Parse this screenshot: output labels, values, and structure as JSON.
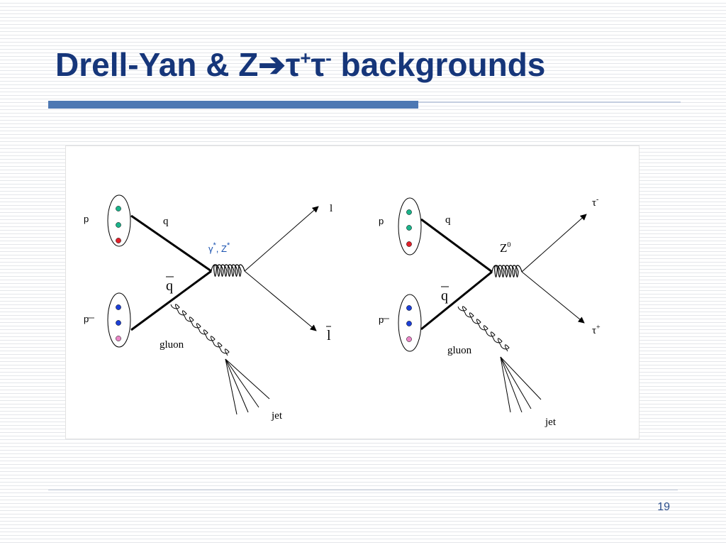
{
  "slide": {
    "title_part1": "Drell-Yan & Z",
    "title_arrow": "➔",
    "title_tau1": "τ",
    "title_sup1": "+",
    "title_tau2": "τ",
    "title_sup2": "-",
    "title_part2": " backgrounds",
    "page_number": "19"
  },
  "diagram_left": {
    "proton_label": "p",
    "antiproton_label": "p",
    "quark_label": "q",
    "antiquark_label": "q",
    "boson_label_gamma": "γ",
    "boson_label_z": ", Z",
    "boson_star": "*",
    "lepton_label": "l",
    "antilepton_label": "l",
    "gluon_label": "gluon",
    "jet_label": "jet",
    "quark_colors": [
      "#1bb38a",
      "#1bb38a",
      "#e0202a"
    ],
    "antiquark_colors": [
      "#1c3fd6",
      "#1c3fd6",
      "#e986c6"
    ]
  },
  "diagram_right": {
    "proton_label": "p",
    "antiproton_label": "p",
    "quark_label": "q",
    "antiquark_label": "q",
    "boson_label": "Z",
    "boson_sup": "0",
    "tau_minus": "τ",
    "tau_minus_sup": "-",
    "tau_plus": "τ",
    "tau_plus_sup": "+",
    "gluon_label": "gluon",
    "jet_label": "jet",
    "quark_colors": [
      "#1bb38a",
      "#1bb38a",
      "#e0202a"
    ],
    "antiquark_colors": [
      "#1c3fd6",
      "#1c3fd6",
      "#e986c6"
    ]
  },
  "colors": {
    "title": "#16367a",
    "accent_bar": "#4d78b3",
    "boson_label_blue": "#1a52b0"
  }
}
